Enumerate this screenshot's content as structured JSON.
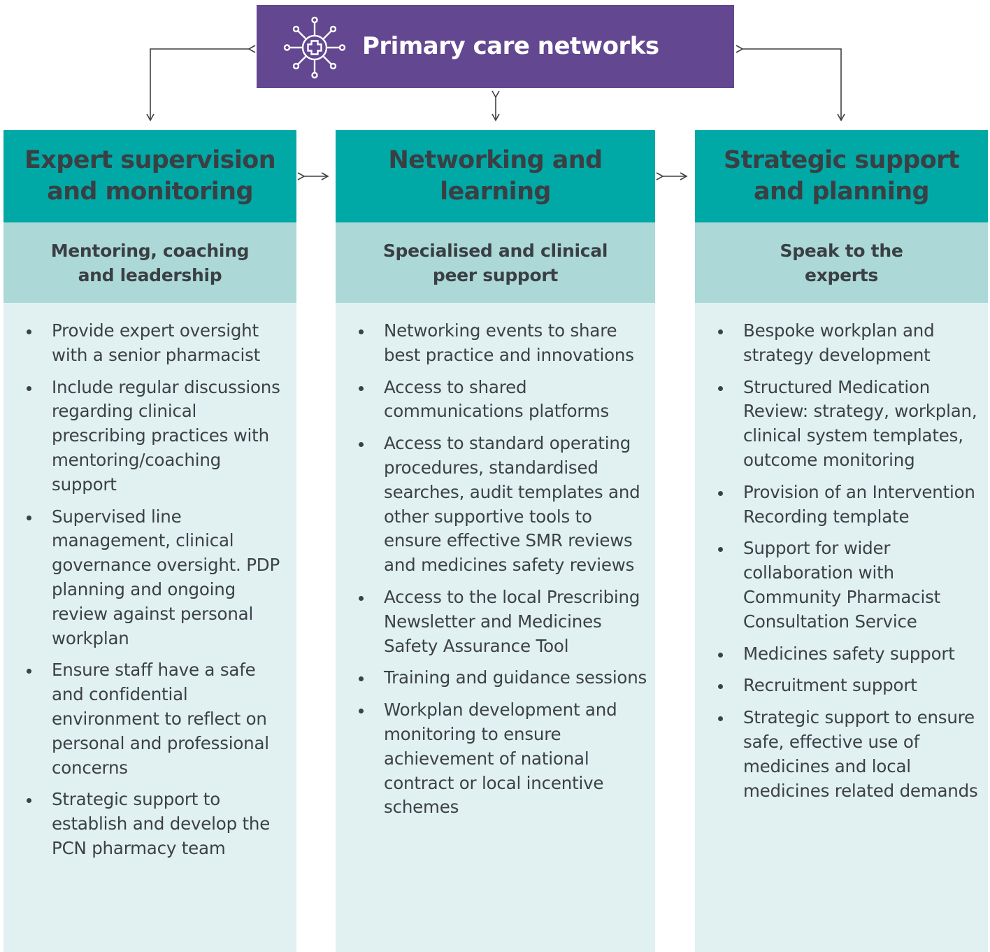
{
  "hub": {
    "title": "Primary care networks",
    "icon": "network-medical-cross-icon",
    "color": "#634791"
  },
  "colors": {
    "header": "#00a9a5",
    "subheader": "#acd9d7",
    "body": "#e1f1f1",
    "text": "#3c4146"
  },
  "columns": [
    {
      "title_line1": "Expert supervision",
      "title_line2": "and monitoring",
      "subtitle_line1": "Mentoring, coaching",
      "subtitle_line2": "and leadership",
      "items": [
        "Provide expert oversight with a senior pharmacist",
        "Include regular discussions regarding clinical prescribing practices with mentoring/coaching support",
        "Supervised line management, clinical governance oversight. PDP planning and ongoing review against personal workplan",
        "Ensure staff have a safe and confidential environment to reflect on personal and professional concerns",
        "Strategic support to establish and develop the PCN pharmacy team"
      ]
    },
    {
      "title_line1": "Networking and",
      "title_line2": "learning",
      "subtitle_line1": "Specialised and clinical",
      "subtitle_line2": "peer support",
      "items": [
        "Networking events to share best practice and innovations",
        "Access to shared communications platforms",
        "Access to standard operating procedures, standardised searches, audit templates and other supportive tools to ensure effective SMR reviews and medicines safety reviews",
        "Access to the local Prescribing Newsletter and Medicines Safety Assurance Tool",
        "Training and guidance sessions",
        "Workplan development and monitoring to ensure achievement of national contract or local incentive schemes"
      ]
    },
    {
      "title_line1": "Strategic support",
      "title_line2": "and planning",
      "subtitle_line1": "Speak to the",
      "subtitle_line2": "experts",
      "items": [
        "Bespoke workplan and strategy development",
        "Structured Medication Review: strategy, workplan, clinical system templates, outcome monitoring",
        "Provision of an Intervention Recording template",
        "Support for wider collaboration with Community Pharmacist Consultation Service",
        "Medicines safety support",
        "Recruitment support",
        "Strategic support to ensure safe, effective use of medicines and local medicines related demands"
      ]
    }
  ]
}
